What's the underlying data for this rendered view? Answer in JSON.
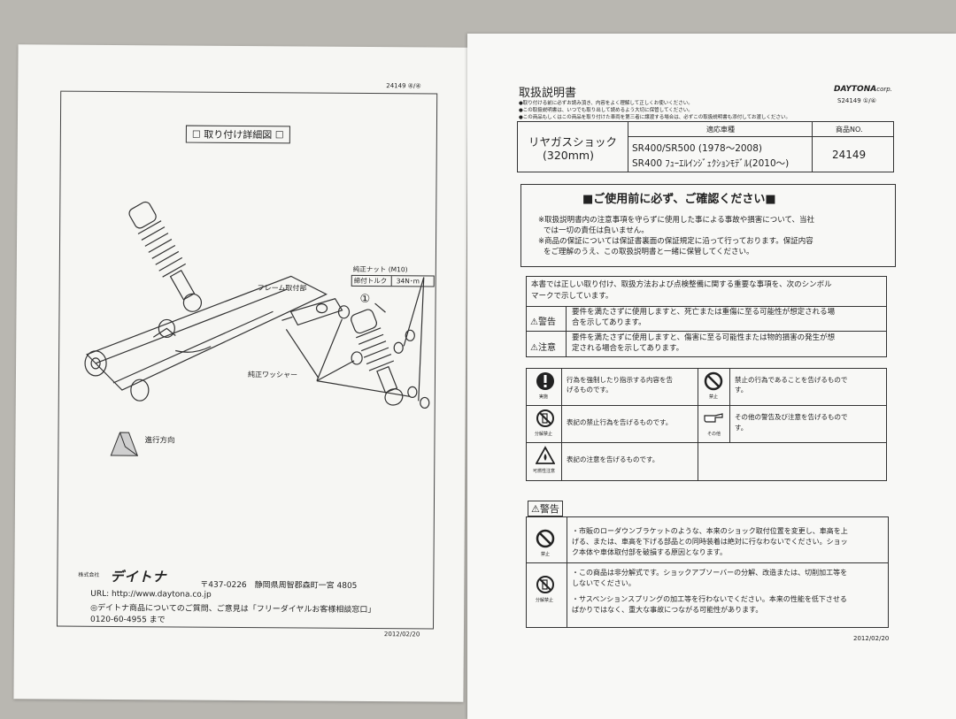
{
  "left_page": {
    "page_no": "24149 ④/④",
    "title": "取り付け詳細図",
    "nut_label": "純正ナット (M10)",
    "torque_label": "締付トルク",
    "torque_value": "34N･m",
    "frame_mount_label": "フレーム取付部",
    "callout_1": "①",
    "washer_label": "純正ワッシャー",
    "direction_label": "進行方向",
    "company_label": "株式会社",
    "company_name": "デイトナ",
    "address": "〒437-0226　静岡県周智郡森町一宮 4805",
    "url": "URL: http://www.daytona.co.jp",
    "inquiry": "◎デイトナ商品についてのご質問、ご意見は「フリーダイヤルお客様相談窓口」",
    "phone": "0120-60-4955 まで",
    "date": "2012/02/20"
  },
  "right_page": {
    "heading": "取扱説明書",
    "brand": "DAYTONA",
    "brand_suffix": "corp.",
    "page_no": "S24149 ①/④",
    "notes": [
      "●取り付ける前に必ずお読み頂き、内容をよく理解して正しくお使いください。",
      "●この取扱説明書は、いつでも取り出して読めるよう大切に保管してください。",
      "●この商品もしくはこの商品を取り付けた車両を第三者に譲渡する場合は、必ずこの取扱説明書も添付してお渡しください。"
    ],
    "product_name": "リヤガスショック",
    "product_size": "(320mm)",
    "vehicle_header": "適応車種",
    "product_no_header": "商品NO.",
    "vehicles": [
      "SR400/SR500 (1978～2008)",
      "SR400 ﾌｭｰｴﾙｲﾝｼﾞｪｸｼｮﾝﾓﾃﾞﾙ(2010～)"
    ],
    "product_no": "24149",
    "confirm_title": "■ご使用前に必ず、ご確認ください■",
    "confirm_lines": [
      "※取扱説明書内の注意事項を守らずに使用した事による事故や損害について、当社",
      "では一切の責任は負いません。",
      "※商品の保証については保証書裏面の保証規定に沿って行っております。保証内容",
      "をご理解のうえ、この取扱説明書と一緒に保管してください。"
    ],
    "symbol_intro_1": "本書では正しい取り付け、取扱方法および点検整備に関する重要な事項を、次のシンボル",
    "symbol_intro_2": "マークで示しています。",
    "warning_label": "⚠警告",
    "warning_text_1": "要件を満たさずに使用しますと、死亡または重傷に至る可能性が想定される場",
    "warning_text_2": "合を示してあります。",
    "caution_label": "⚠注意",
    "caution_text_1": "要件を満たさずに使用しますと、傷害に至る可能性または物的損害の発生が想",
    "caution_text_2": "定される場合を示してあります。",
    "sym_mandatory_label": "実施",
    "sym_mandatory_text_1": "行為を強制したり指示する内容を告",
    "sym_mandatory_text_2": "げるものです。",
    "sym_prohibit_label": "禁止",
    "sym_prohibit_text_1": "禁止の行為であることを告げるもので",
    "sym_prohibit_text_2": "す。",
    "sym_nodisasm_label": "分解禁止",
    "sym_nodisasm_text": "表記の禁止行為を告げるものです。",
    "sym_other_label": "その他",
    "sym_other_text_1": "その他の警告及び注意を告げるもので",
    "sym_other_text_2": "す。",
    "sym_fire_label": "可燃性注意",
    "sym_fire_text": "表記の注意を告げるものです。",
    "warn2_title": "⚠警告",
    "w1_label": "禁止",
    "w1_lines": [
      "・市販のローダウンブラケットのような、本来のショック取付位置を変更し、車高を上",
      "げる、または、車高を下げる部品との同時装着は絶対に行なわないでください。ショッ",
      "ク本体や車体取付部を破損する原因となります。"
    ],
    "w2_label": "分解禁止",
    "w2_lines": [
      "・この商品は非分解式です。ショックアブソーバーの分解、改造または、切削加工等を",
      "しないでください。",
      "・サスペンションスプリングの加工等を行わないでください。本来の性能を低下させる",
      "ばかりではなく、重大な事故につながる可能性があります。"
    ],
    "date": "2012/02/20"
  }
}
